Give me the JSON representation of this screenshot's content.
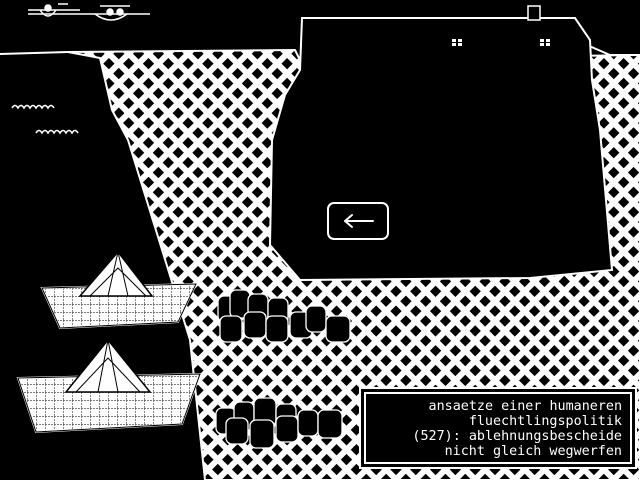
{
  "scene": {
    "name": "harbour-quay-scene",
    "colors": {
      "background": "#000000",
      "foreground": "#ffffff"
    }
  },
  "navigation": {
    "back_icon": "left-arrow-icon"
  },
  "caption": {
    "lines": [
      "ansaetze einer humaneren",
      "fluechtlingspolitik",
      "(527): ablehnungsbescheide",
      "nicht gleich wegwerfen"
    ]
  }
}
